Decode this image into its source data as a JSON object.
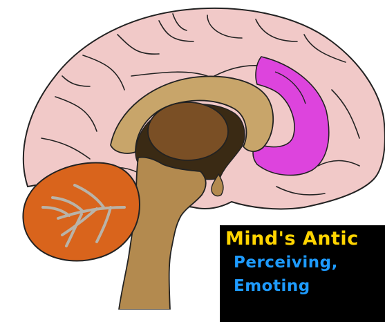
{
  "caption": {
    "title": "Mind's Antic",
    "line1": "Perceiving,",
    "line2": "Emoting"
  },
  "colors": {
    "background": "#ffffff",
    "cortex": "#f1c9c8",
    "outline": "#222222",
    "highlight": "#dd44dd",
    "corpus_callosum": "#c8a56a",
    "ventricle": "#3a2a14",
    "thalamus": "#7a4f25",
    "brainstem": "#b38a4f",
    "cerebellum": "#d9641c",
    "arbor": "#b9b3a8",
    "caption_bg": "#000000",
    "caption_title": "#ffd400",
    "caption_text": "#1e9bff"
  },
  "icons": {
    "brain": "brain-sagittal-illustration"
  }
}
